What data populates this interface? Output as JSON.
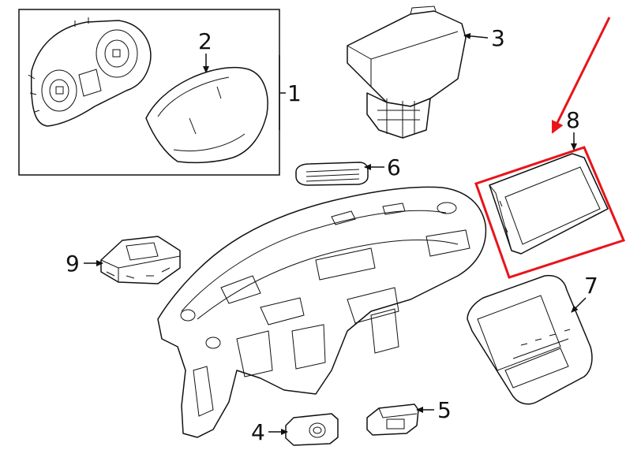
{
  "callouts": {
    "c1": "1",
    "c2": "2",
    "c3": "3",
    "c4": "4",
    "c5": "5",
    "c6": "6",
    "c7": "7",
    "c8": "8",
    "c9": "9"
  },
  "highlight": {
    "target": "8",
    "color": "#e8141a"
  },
  "colors": {
    "line": "#111111",
    "background": "#ffffff"
  }
}
